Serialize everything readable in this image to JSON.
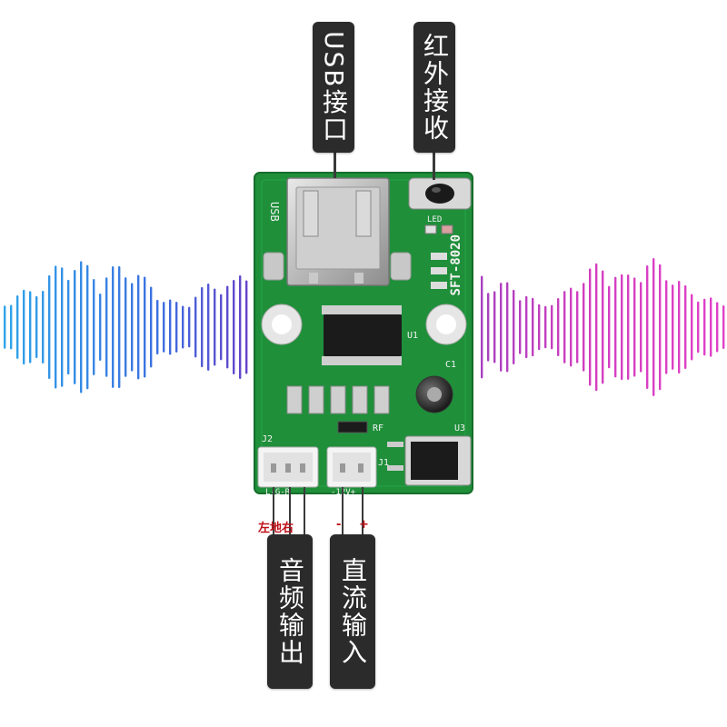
{
  "callouts": {
    "usb": "USB接口",
    "ir": "红外接收",
    "audio": "音频输出",
    "dc": "直流输入"
  },
  "pin_labels": {
    "audio": "左地右",
    "dc_minus": "-",
    "dc_plus": "+"
  },
  "board": {
    "model": "SFT-8020",
    "silkscreen": {
      "usb": "USB",
      "j2": "J2",
      "j1": "J1",
      "u1": "U1",
      "u3": "U3",
      "c1": "C1",
      "led": "LED",
      "rf": "RF",
      "lgr": "L-G-R",
      "power": "-12V+"
    }
  },
  "colors": {
    "pcb": "#1f8f3a",
    "wave_left": "#2fa6ea",
    "wave_right": "#e23fc0",
    "callout_bg": "#2b2b2b",
    "pin_label": "#c0121a"
  }
}
